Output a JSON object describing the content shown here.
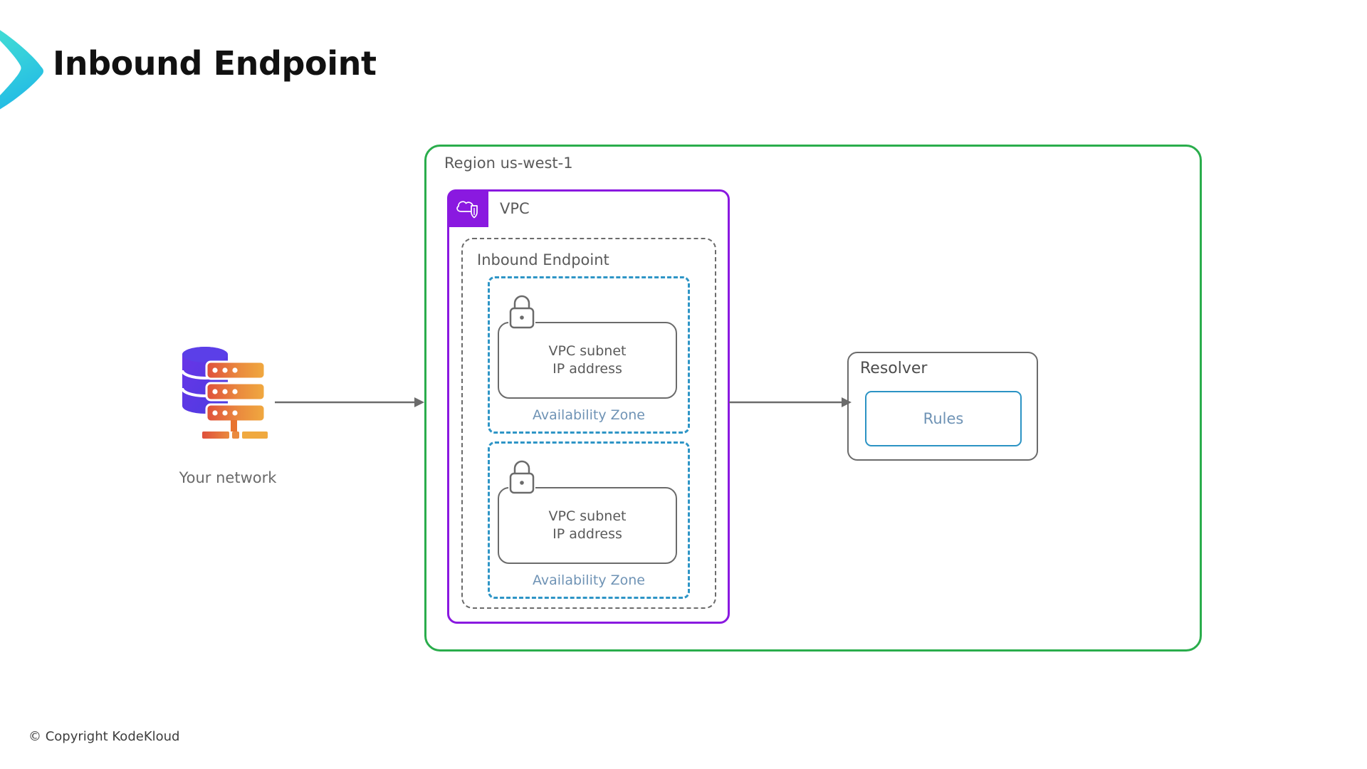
{
  "page": {
    "title": "Inbound Endpoint",
    "background_color": "#ffffff",
    "brand_icon": "chevron-right-icon",
    "brand_gradient_from": "#3fe0d0",
    "brand_gradient_to": "#22b8e0"
  },
  "network": {
    "label": "Your network",
    "icon": "database-server-icon",
    "cylinder_color": "#5b3fe0",
    "rack_gradient_from": "#e0503c",
    "rack_gradient_to": "#f0a340"
  },
  "region": {
    "label": "Region us-west-1",
    "border_color": "#2aad4c"
  },
  "vpc": {
    "label": "VPC",
    "border_color": "#8a19e0",
    "badge_color": "#8a19e0",
    "badge_icon": "cloud-shield-icon"
  },
  "endpoint": {
    "label": "Inbound Endpoint",
    "border_color": "#6b6b6b",
    "border_style": "dashed"
  },
  "availability_zones": [
    {
      "label": "Availability Zone",
      "border_color": "#2e95c6",
      "subnet": {
        "line1": "VPC subnet",
        "line2": "IP address",
        "icon": "lock-icon"
      }
    },
    {
      "label": "Availability Zone",
      "border_color": "#2e95c6",
      "subnet": {
        "line1": "VPC subnet",
        "line2": "IP address",
        "icon": "lock-icon"
      }
    }
  ],
  "resolver": {
    "label": "Resolver",
    "border_color": "#6b6b6b",
    "rules": {
      "label": "Rules",
      "border_color": "#2b93c4",
      "text_color": "#6f93b5"
    }
  },
  "arrows": [
    {
      "name": "network-to-region",
      "direction": "right",
      "color": "#6b6b6b"
    },
    {
      "name": "vpc-to-resolver",
      "direction": "right",
      "color": "#6b6b6b"
    }
  ],
  "footer": {
    "copyright": "© Copyright KodeKloud"
  }
}
